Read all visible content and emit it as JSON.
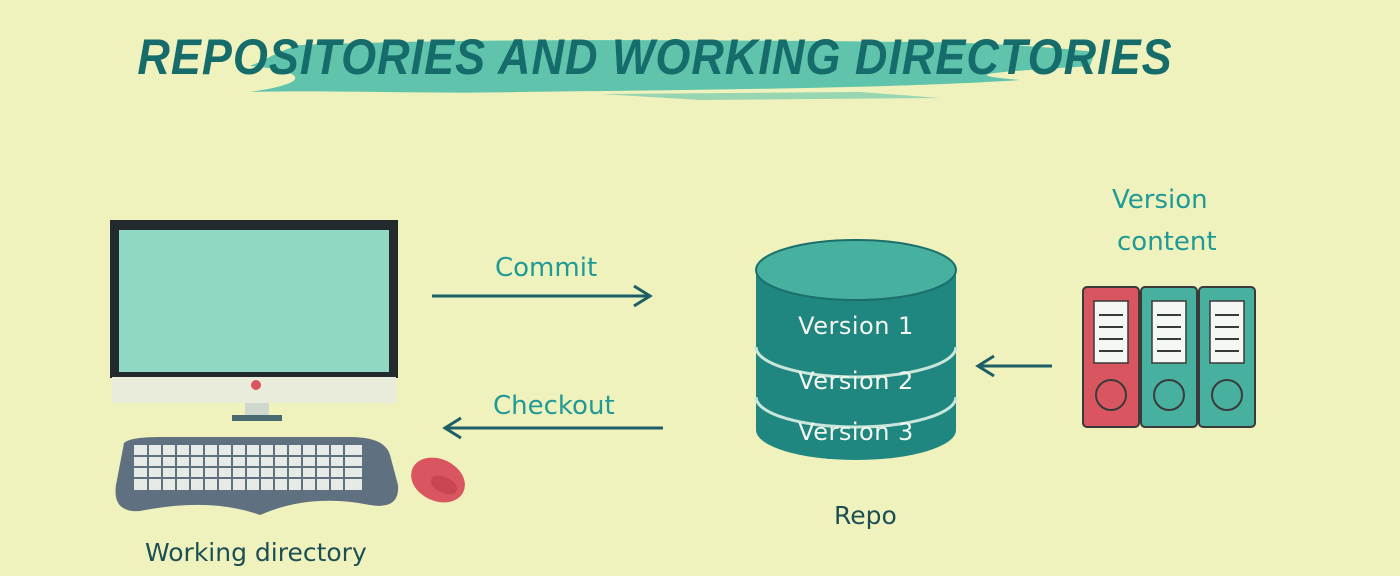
{
  "title": "REPOSITORIES AND WORKING DIRECTORIES",
  "labels": {
    "commit": "Commit",
    "checkout": "Checkout",
    "repo": "Repo",
    "working_directory": "Working directory",
    "version_content_line1": "Version",
    "version_content_line2": "content"
  },
  "versions": [
    "Version 1",
    "Version 2",
    "Version 3"
  ],
  "colors": {
    "background": "#f0f2bd",
    "title": "#166b6b",
    "brush": "#4fbfa8",
    "teal_label": "#1f9a96",
    "repo": "#1f8680",
    "folder_red": "#d95660",
    "folder_teal": "#47b09f"
  }
}
